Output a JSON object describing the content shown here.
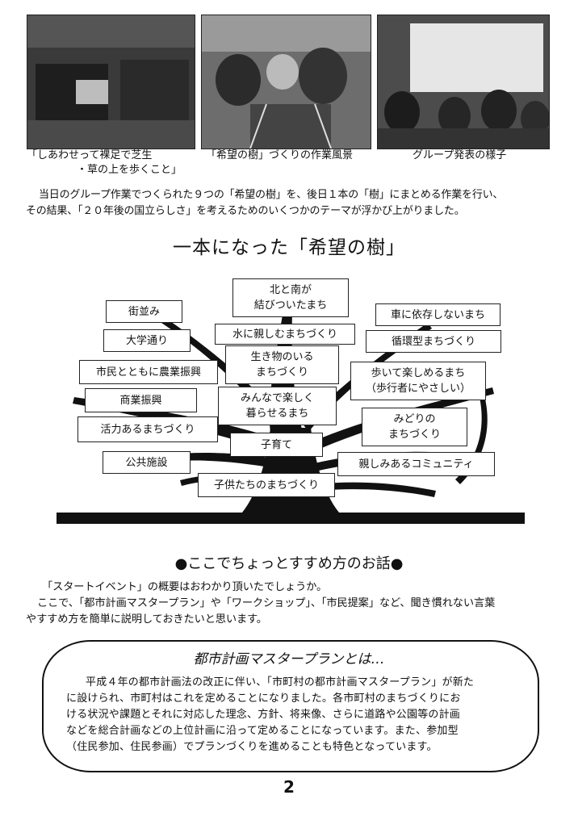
{
  "photos": {
    "captions": [
      "「しあわせって裸足で芝生",
      "・草の上を歩くこと」",
      "「希望の樹」づくりの作業風景",
      "グループ発表の様子"
    ]
  },
  "intro": {
    "lines": [
      "当日のグループ作業でつくられた９つの「希望の樹」を、後日１本の「樹」にまとめる作業を行い、",
      "その結果、「２０年後の国立らしさ」を考えるためのいくつかのテーマが浮かび上がりました。"
    ]
  },
  "tree": {
    "title": "一本になった「希望の樹」",
    "themes": [
      "北と南が\n結びついたまち",
      "街並み",
      "車に依存しないまち",
      "水に親しむまちづくり",
      "大学通り",
      "循環型まちづくり",
      "生き物のいる\nまちづくり",
      "市民とともに農業振興",
      "歩いて楽しめるまち\n（歩行者にやさしい）",
      "商業振興",
      "みんなで楽しく\n暮らせるまち",
      "みどりの\nまちづくり",
      "活力あるまちづくり",
      "子育て",
      "公共施設",
      "親しみあるコミュニティ",
      "子供たちのまちづくり"
    ]
  },
  "section": {
    "heading": "●ここでちょっとすすめ方のお話●",
    "lines": [
      "「スタートイベント」の概要はおわかり頂いたでしょうか。",
      "ここで、「都市計画マスタープラン」や「ワークショップ」、「市民提案」など、聞き慣れない言葉",
      "やすすめ方を簡単に説明しておきたいと思います。"
    ]
  },
  "panel": {
    "title": "都市計画マスタープランとは…",
    "lines": [
      "平成４年の都市計画法の改正に伴い、「市町村の都市計画マスタープラン」が新た",
      "に設けられ、市町村はこれを定めることになりました。各市町村のまちづくりにお",
      "ける状況や課題とそれに対応した理念、方針、将来像、さらに道路や公園等の計画",
      "などを総合計画などの上位計画に沿って定めることになっています。また、参加型",
      "（住民参加、住民参画）でプランづくりを進めることも特色となっています。"
    ]
  },
  "page_number": "2"
}
